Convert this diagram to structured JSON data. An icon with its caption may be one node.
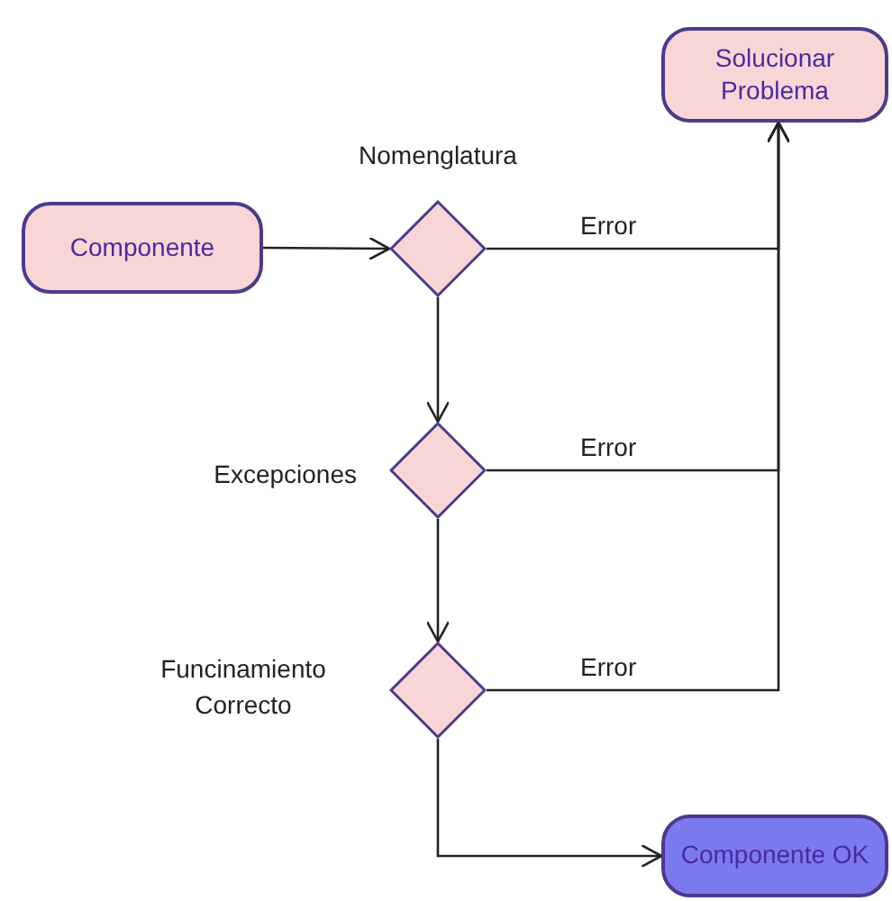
{
  "diagram": {
    "nodes": [
      {
        "text": [
          "Componente"
        ]
      },
      {
        "text": [
          "Solucionar Problema"
        ]
      },
      {
        "text": [],
        "shape": "diamond",
        "beside": [
          "Nomenglatura"
        ]
      },
      {
        "text": [],
        "shape": "diamond",
        "beside": [
          "Excepciones"
        ]
      },
      {
        "text": [],
        "shape": "diamond",
        "beside": [
          "Funcinamiento Correcto"
        ]
      },
      {
        "text": [
          "Componente OK"
        ]
      }
    ],
    "edges": [
      {
        "from": 0,
        "to": 2,
        "arrow": "to"
      },
      {
        "from": 2,
        "to": 3,
        "arrow": "to"
      },
      {
        "from": 3,
        "to": 4,
        "arrow": "to"
      },
      {
        "from": 4,
        "to": 5,
        "arrow": "to"
      },
      {
        "from": 2,
        "to": 1,
        "arrow": "to",
        "label": "Error"
      },
      {
        "from": 3,
        "to": 1,
        "arrow": "to",
        "label": "Error"
      },
      {
        "from": 4,
        "to": 1,
        "arrow": "to",
        "label": "Error"
      }
    ]
  }
}
